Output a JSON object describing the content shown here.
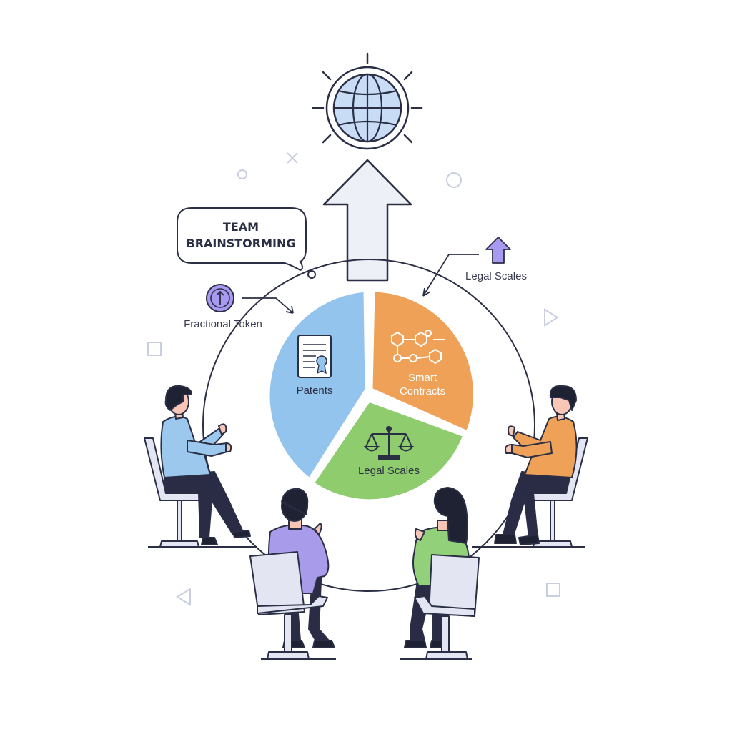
{
  "bubble": {
    "line1": "TEAM",
    "line2": "BRAINSTORMING"
  },
  "annotations": {
    "token": "Fractional Token",
    "top_right": "Legal Scales"
  },
  "segments": {
    "patents": {
      "label": "Patents",
      "color": "#93c4ee"
    },
    "smart_contracts": {
      "line1": "Smart",
      "line2": "Contracts",
      "color": "#f0a158"
    },
    "legal_scales": {
      "label": "Legal Scales",
      "color": "#8fcc6d"
    }
  },
  "colors": {
    "outline": "#2b2f45",
    "arrow_fill": "#eef0f7",
    "globe_fill": "#c8dcf6",
    "token_fill": "#a89af0",
    "chair": "#e3e6f2",
    "shirt_blue": "#9cc8ee",
    "shirt_orange": "#f0a158",
    "shirt_purple": "#a89cea",
    "shirt_green": "#93d07a",
    "pants": "#2a2c45",
    "skin": "#f7c6b6",
    "hair": "#1f2233"
  },
  "icons": [
    "globe-icon",
    "document-certificate-icon",
    "hexagon-network-icon",
    "scales-icon",
    "token-icon",
    "up-arrow-icon"
  ]
}
